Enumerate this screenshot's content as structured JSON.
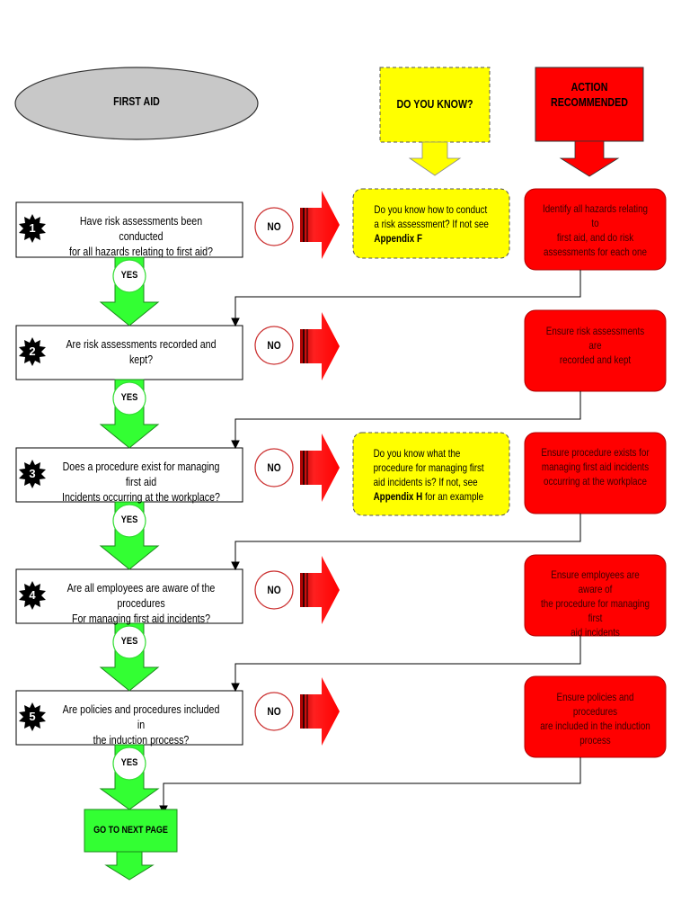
{
  "title": "FIRST AID",
  "headers": {
    "know": "DO YOU KNOW?",
    "action_line1": "ACTION",
    "action_line2": "RECOMMENDED"
  },
  "labels": {
    "no": "NO",
    "yes": "YES"
  },
  "steps": [
    {
      "num": "1",
      "question": [
        "Have risk assessments been conducted",
        "for all hazards relating to first aid?"
      ],
      "know": {
        "before": "Do you know how to conduct a risk assessment? If not see ",
        "bold": "Appendix F",
        "after": ""
      },
      "action": [
        "Identify all hazards relating to",
        "first aid, and do risk",
        "assessments for each one"
      ]
    },
    {
      "num": "2",
      "question": [
        "Are risk assessments recorded and kept?"
      ],
      "action": [
        "Ensure risk assessments are",
        "recorded and kept"
      ]
    },
    {
      "num": "3",
      "question": [
        "Does a procedure exist for managing first aid",
        "Incidents occurring at the workplace?"
      ],
      "know": {
        "before": "Do you know what the procedure for managing first aid incidents is? If not, see ",
        "bold": "Appendix H",
        "after": " for an example"
      },
      "action": [
        "Ensure procedure exists for",
        "managing first aid incidents",
        "occurring at the workplace"
      ]
    },
    {
      "num": "4",
      "question": [
        "Are all employees are aware of the procedures",
        "For managing first aid incidents?"
      ],
      "action": [
        "Ensure employees are aware of",
        "the procedure for managing first",
        "aid incidents"
      ]
    },
    {
      "num": "5",
      "question": [
        "Are policies and procedures included in",
        "the induction process?"
      ],
      "action": [
        "Ensure policies and procedures",
        "are included in the induction",
        "process"
      ]
    }
  ],
  "next_page": "GO TO NEXT PAGE",
  "colors": {
    "ellipse": "#c8c8c8",
    "know": "#ffff00",
    "action": "#ff0000",
    "action_border": "#cc0000",
    "yes_arrow": "#33ff33",
    "no_circle_border": "#cc3333"
  }
}
